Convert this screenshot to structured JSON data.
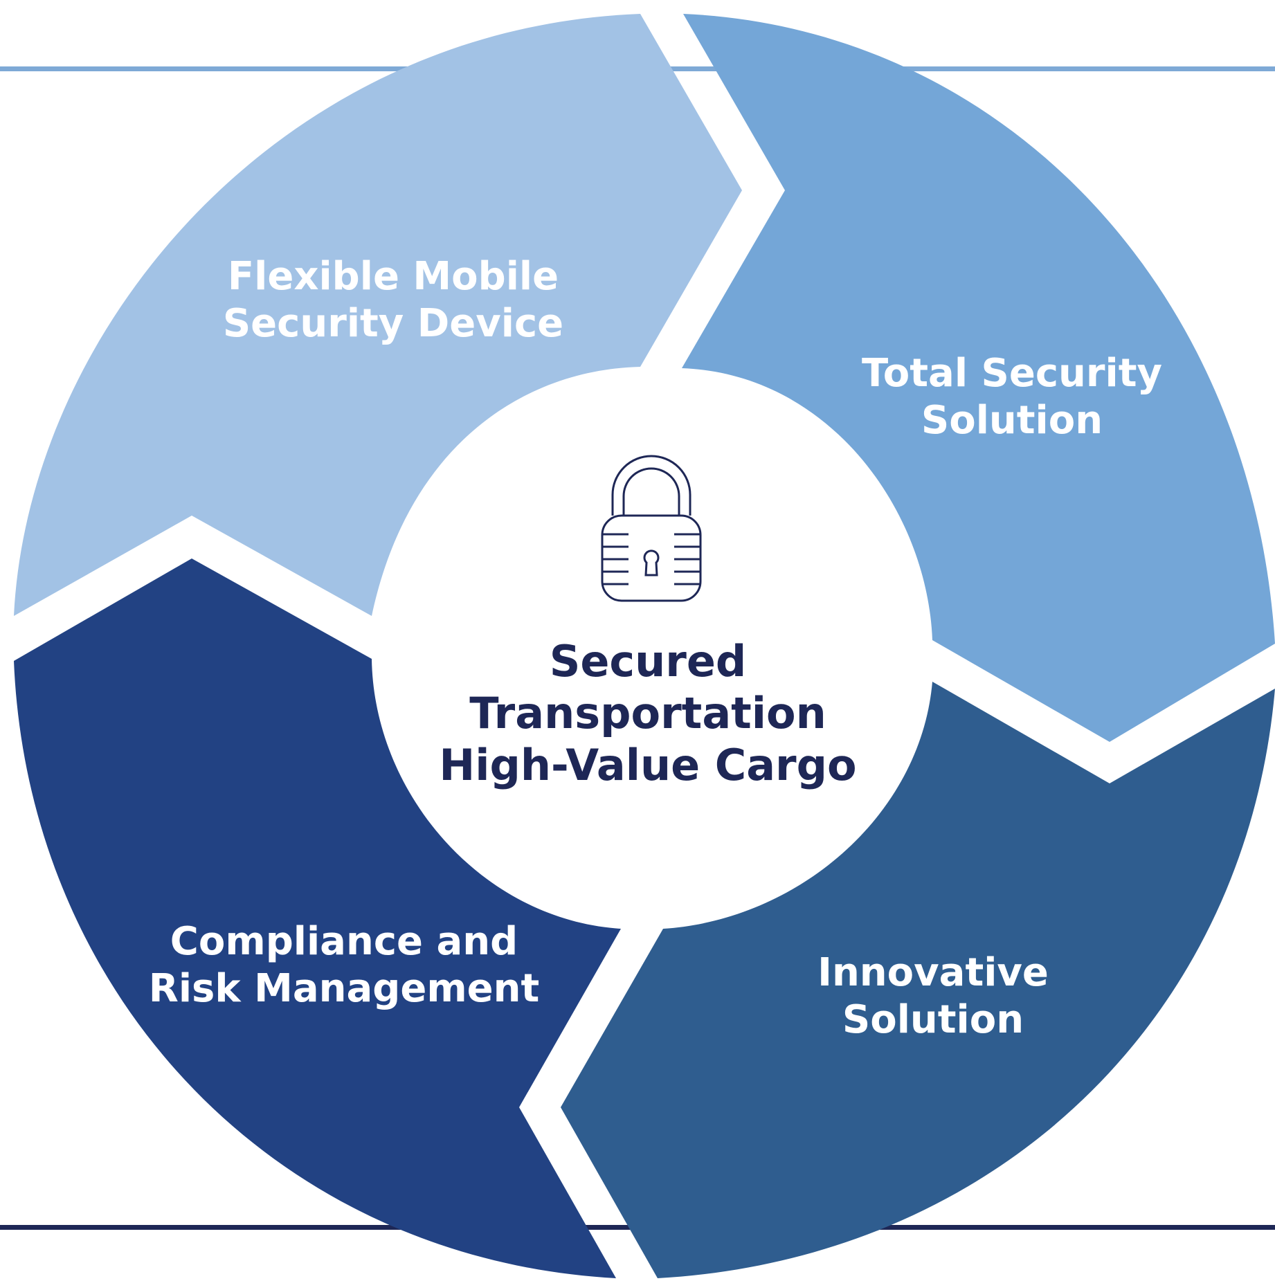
{
  "diagram": {
    "center": {
      "lines": [
        "Secured",
        "Transportation",
        "High-Value Cargo"
      ],
      "icon": "padlock-icon",
      "text_color": "#1e2756"
    },
    "segments": [
      {
        "id": "flexible",
        "lines": [
          "Flexible Mobile",
          "Security Device"
        ],
        "color": "#a2c2e5"
      },
      {
        "id": "total",
        "lines": [
          "Total Security",
          "Solution"
        ],
        "color": "#74a6d7"
      },
      {
        "id": "innovative",
        "lines": [
          "Innovative",
          "Solution"
        ],
        "color": "#2f5d8f"
      },
      {
        "id": "compliance",
        "lines": [
          "Compliance and",
          "Risk Management"
        ],
        "color": "#224283"
      }
    ],
    "colors": {
      "top_rule": "#7ea9d6",
      "bottom_rule": "#1e2756",
      "background": "#ffffff",
      "segment_text": "#ffffff"
    }
  }
}
